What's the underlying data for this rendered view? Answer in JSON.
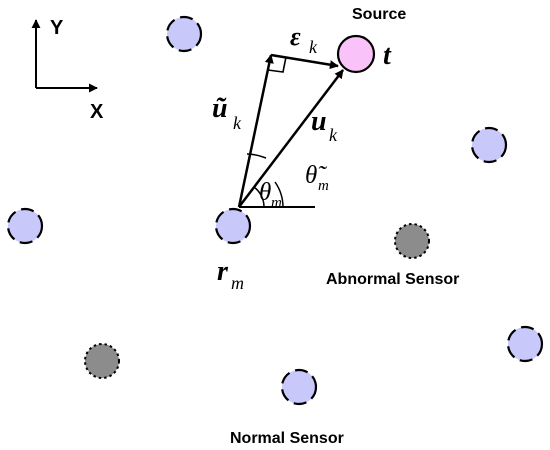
{
  "axes": {
    "y_label": "Y",
    "x_label": "X"
  },
  "labels": {
    "source": "Source",
    "target_symbol": "t",
    "abnormal_sensor": "Abnormal Sensor",
    "normal_sensor": "Normal Sensor"
  },
  "symbols": {
    "epsilon": "ε",
    "epsilon_sub": "k",
    "u": "u",
    "u_sub": "k",
    "u_tilde": "ũ",
    "u_tilde_sub": "k",
    "theta": "θ",
    "theta_sub": "m",
    "theta_tilde": "θ̃",
    "theta_tilde_sub": "m",
    "r": "r",
    "r_sub": "m"
  },
  "colors": {
    "normal_fill": "#c8c8fa",
    "abnormal_fill": "#8c8c8c",
    "source_fill": "#f9c2f9",
    "stroke": "#000000"
  }
}
